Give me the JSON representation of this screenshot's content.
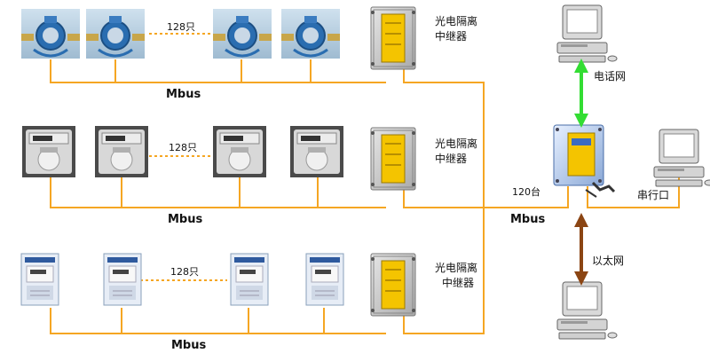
{
  "rows": [
    {
      "device": "water-meter",
      "count_label": "128只",
      "repeater_label": [
        "光电隔离",
        "中继器"
      ],
      "bus_label": "Mbus"
    },
    {
      "device": "gas-meter",
      "count_label": "128只",
      "repeater_label": [
        "光电隔离",
        "中继器"
      ],
      "bus_label": "Mbus"
    },
    {
      "device": "electric-meter",
      "count_label": "128只",
      "repeater_label": [
        "光电隔离",
        "中继器"
      ],
      "bus_label": "Mbus"
    }
  ],
  "concentrator": {
    "count_label": "120台",
    "bus_label": "Mbus"
  },
  "links": {
    "top": {
      "label": "电话网",
      "color": "#33dd33"
    },
    "right": {
      "label": "串行口"
    },
    "bottom": {
      "label": "以太网",
      "color": "#8b4513"
    }
  },
  "colors": {
    "bus": "#f5a623"
  }
}
